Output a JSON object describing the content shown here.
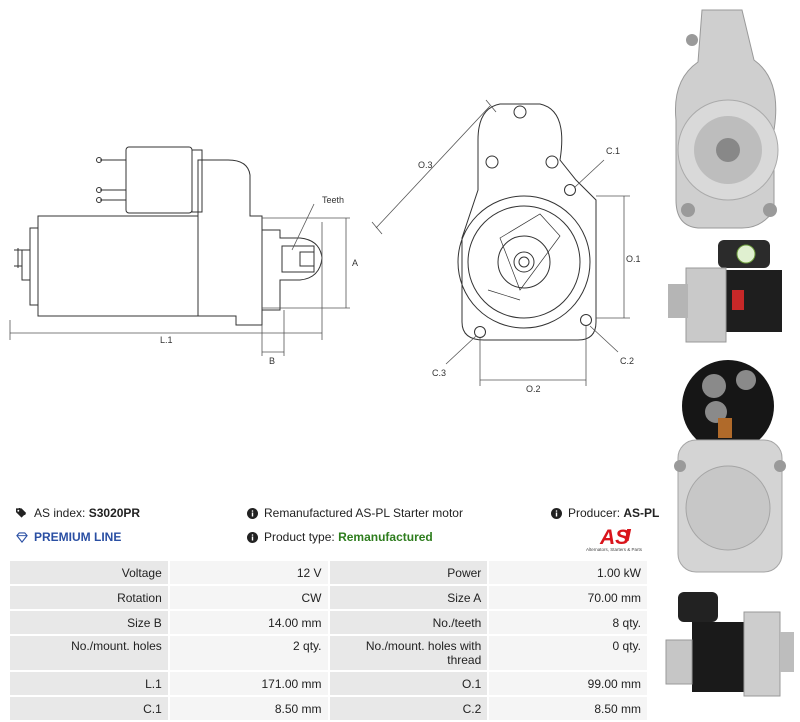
{
  "drawing": {
    "labels": {
      "teeth": "Teeth",
      "a": "A",
      "b": "B",
      "l1": "L.1",
      "o3": "O.3",
      "c1": "C.1",
      "o1": "O.1",
      "c2": "C.2",
      "c3": "C.3",
      "o2": "O.2"
    }
  },
  "info": {
    "as_index_label": "AS index:",
    "as_index_value": "S3020PR",
    "premium_line": "PREMIUM LINE",
    "description": "Remanufactured AS-PL Starter motor",
    "product_type_label": "Product type:",
    "product_type_value": "Remanufactured",
    "producer_label": "Producer:",
    "producer_value": "AS-PL",
    "brand_logo": "AS",
    "brand_tagline": "Alternators, Starters & Parts"
  },
  "specs": [
    {
      "label1": "Voltage",
      "value1": "12 V",
      "label2": "Power",
      "value2": "1.00 kW"
    },
    {
      "label1": "Rotation",
      "value1": "CW",
      "label2": "Size A",
      "value2": "70.00 mm"
    },
    {
      "label1": "Size B",
      "value1": "14.00 mm",
      "label2": "No./teeth",
      "value2": "8 qty."
    },
    {
      "label1": "No./mount. holes",
      "value1": "2 qty.",
      "label2": "No./mount. holes with thread",
      "value2": "0 qty."
    },
    {
      "label1": "L.1",
      "value1": "171.00 mm",
      "label2": "O.1",
      "value2": "99.00 mm"
    },
    {
      "label1": "C.1",
      "value1": "8.50 mm",
      "label2": "C.2",
      "value2": "8.50 mm"
    }
  ],
  "icons": {
    "tag": "tag-icon",
    "diamond": "diamond-icon",
    "info": "info-icon"
  },
  "colors": {
    "product_type": "#2e7d1e",
    "premium": "#2a4fa3",
    "brand_red": "#d9141b"
  }
}
